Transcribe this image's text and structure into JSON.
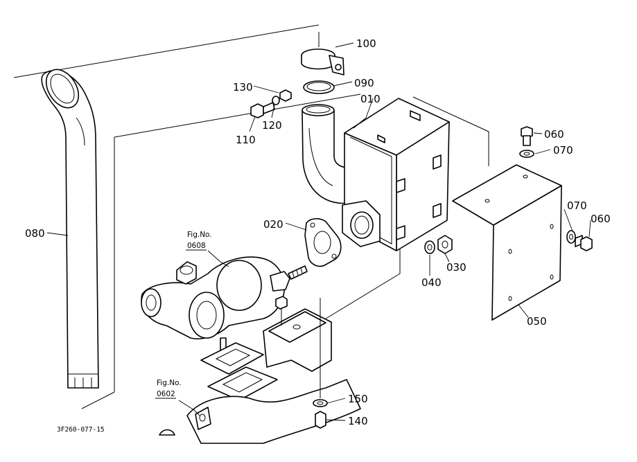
{
  "drawing_code": "3F260-077-15",
  "callouts": {
    "c100": "100",
    "c090": "090",
    "c010": "010",
    "c130": "130",
    "c120": "120",
    "c110": "110",
    "c060a": "060",
    "c070a": "070",
    "c070b": "070",
    "c060b": "060",
    "c080": "080",
    "c020": "020",
    "c040": "040",
    "c030": "030",
    "c050": "050",
    "c150": "150",
    "c140": "140"
  },
  "references": {
    "fig_0608_label": "Fig.No.",
    "fig_0608_number": "0608",
    "fig_0602_label": "Fig.No.",
    "fig_0602_number": "0602"
  }
}
